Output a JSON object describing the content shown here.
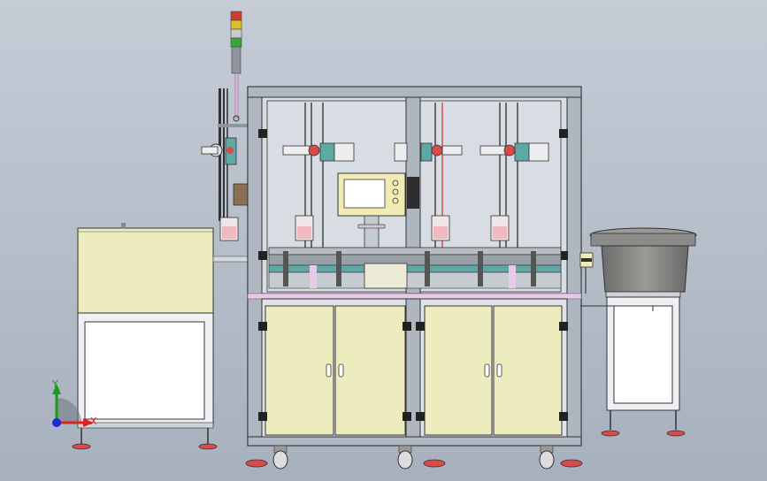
{
  "view": {
    "background_top": "#c5ccd6",
    "background_bottom": "#a7b0bd"
  },
  "palette": {
    "frame": "#aeb6c0",
    "frame_dark": "#5b6470",
    "cabinet": "#ececbf",
    "panel_yellow": "#f2ecb4",
    "glass": "#d8dde4",
    "pink_rail": "#e7c9e8",
    "accent_teal": "#5fa8a6",
    "accent_red": "#d94b4b",
    "tower_red": "#d23a2a",
    "tower_yellow": "#d8c224",
    "tower_green": "#3aa63a",
    "bowl": "#7d7d7b"
  },
  "signal_tower": [
    "red",
    "yellow",
    "green"
  ],
  "triad": {
    "y_label": "Y",
    "x_label": "X"
  }
}
